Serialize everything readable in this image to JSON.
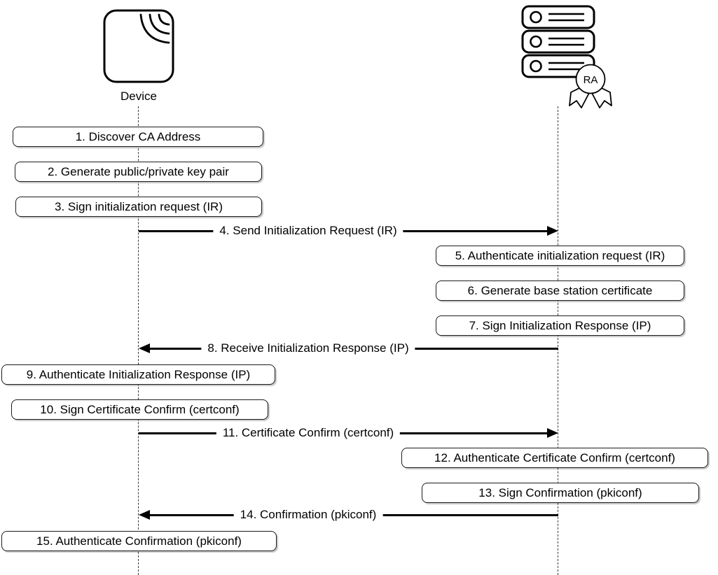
{
  "diagram": {
    "type": "sequence",
    "actors": {
      "device": {
        "label": "Device",
        "icon": "wireless-device-icon"
      },
      "ra": {
        "badge": "RA",
        "icon": "server-stack-icon"
      }
    },
    "steps": [
      {
        "label": "1. Discover CA Address",
        "kind": "action",
        "lane": "device"
      },
      {
        "label": "2. Generate public/private key pair",
        "kind": "action",
        "lane": "device"
      },
      {
        "label": "3. Sign initialization request (IR)",
        "kind": "action",
        "lane": "device"
      },
      {
        "label": "4. Send Initialization Request (IR)",
        "kind": "message",
        "from": "device",
        "to": "ra"
      },
      {
        "label": "5. Authenticate initialization request (IR)",
        "kind": "action",
        "lane": "ra"
      },
      {
        "label": "6. Generate base station certificate",
        "kind": "action",
        "lane": "ra"
      },
      {
        "label": "7. Sign Initialization Response (IP)",
        "kind": "action",
        "lane": "ra"
      },
      {
        "label": "8. Receive Initialization Response (IP)",
        "kind": "message",
        "from": "ra",
        "to": "device"
      },
      {
        "label": "9. Authenticate Initialization Response (IP)",
        "kind": "action",
        "lane": "device"
      },
      {
        "label": "10. Sign Certificate Confirm (certconf)",
        "kind": "action",
        "lane": "device"
      },
      {
        "label": "11. Certificate Confirm (certconf)",
        "kind": "message",
        "from": "device",
        "to": "ra"
      },
      {
        "label": "12. Authenticate Certificate Confirm (certconf)",
        "kind": "action",
        "lane": "ra"
      },
      {
        "label": "13. Sign Confirmation (pkiconf)",
        "kind": "action",
        "lane": "ra"
      },
      {
        "label": "14. Confirmation (pkiconf)",
        "kind": "message",
        "from": "ra",
        "to": "device"
      },
      {
        "label": "15. Authenticate Confirmation (pkiconf)",
        "kind": "action",
        "lane": "device"
      }
    ],
    "colors": {
      "stroke": "#000000",
      "background": "#ffffff",
      "lifeline": "#3a3a3a"
    }
  }
}
